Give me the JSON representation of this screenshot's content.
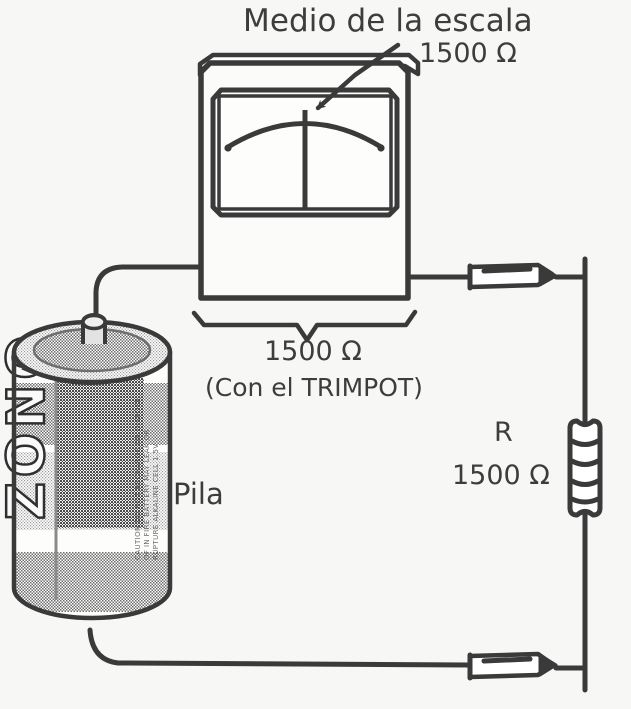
{
  "figure": {
    "kind": "circuit-schematic",
    "background_color": "#f7f7f6",
    "ink_color": "#3a3a3a",
    "title": "Medio de la escala"
  },
  "labels": {
    "title": "Medio de la escala",
    "meter_ohms": "1500 Ω",
    "brace_ohms": "1500 Ω",
    "trimpot_note": "(Con el TRIMPOT)",
    "battery": "Pila",
    "resistor_name": "R",
    "resistor_ohms": "1500 Ω"
  },
  "components": {
    "meter": {
      "name": "analog-multimeter",
      "needle_position": "mid-scale",
      "scale_reading": "1500 Ω"
    },
    "battery": {
      "name": "d-cell-battery",
      "label": "Pila",
      "brand_text": "ZONO"
    },
    "resistor": {
      "name": "resistor",
      "designator": "R",
      "value": "1500 Ω"
    },
    "clips": [
      {
        "name": "alligator-clip-top",
        "position": "top-right"
      },
      {
        "name": "alligator-clip-bottom",
        "position": "bottom-right"
      }
    ]
  },
  "annotations": {
    "pointer_target": "meter-needle",
    "brace_target": "meter-body"
  }
}
